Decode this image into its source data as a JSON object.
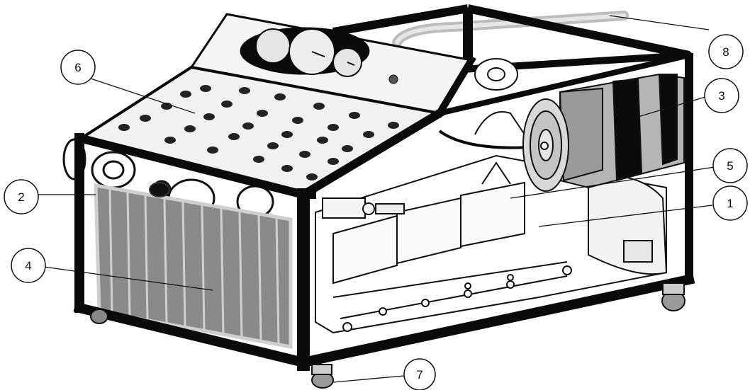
{
  "callouts": [
    {
      "id": "c1",
      "label": "1"
    },
    {
      "id": "c2",
      "label": "2"
    },
    {
      "id": "c3",
      "label": "3"
    },
    {
      "id": "c4",
      "label": "4"
    },
    {
      "id": "c5",
      "label": "5"
    },
    {
      "id": "c6",
      "label": "6"
    },
    {
      "id": "c7",
      "label": "7"
    },
    {
      "id": "c8",
      "label": "8"
    }
  ],
  "colors": {
    "frame": "#0a0a0a",
    "panel": "#f2f2f2",
    "radiator": "#8a8a8a",
    "air_filter": "#b5b5b5",
    "engine": "#ffffff"
  }
}
